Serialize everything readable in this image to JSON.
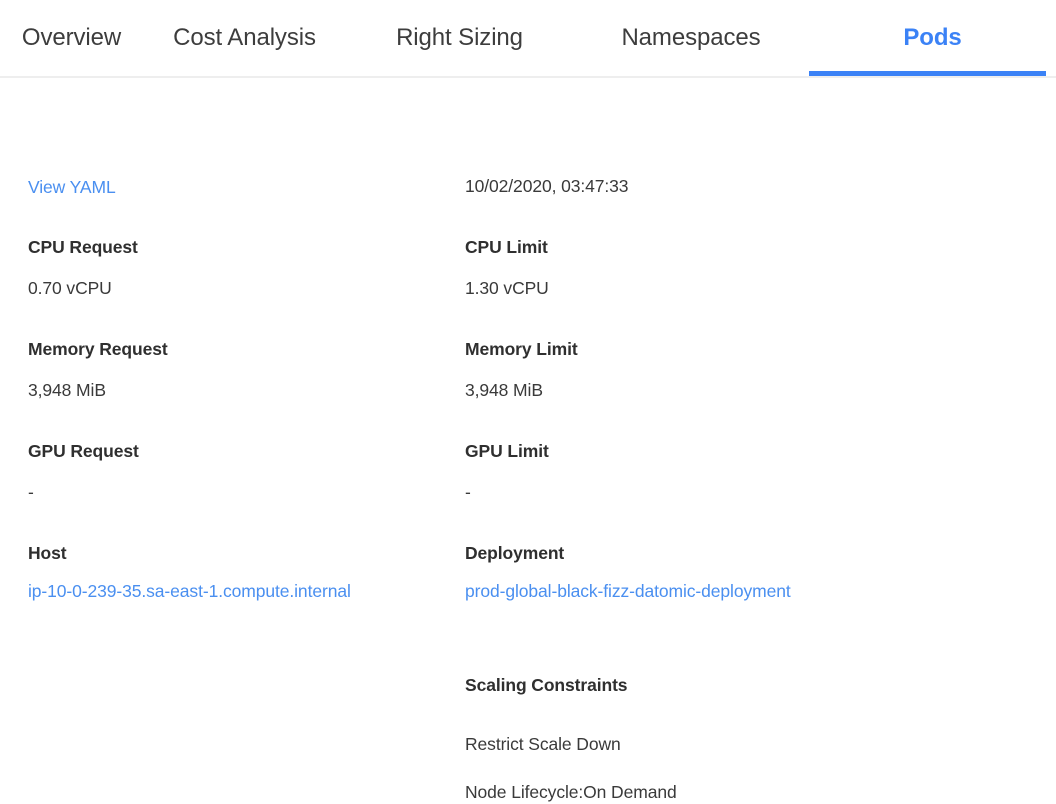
{
  "tabs": [
    {
      "label": "Overview",
      "active": false
    },
    {
      "label": "Cost Analysis",
      "active": false
    },
    {
      "label": "Right Sizing",
      "active": false
    },
    {
      "label": "Namespaces",
      "active": false
    },
    {
      "label": "Pods",
      "active": true
    }
  ],
  "colors": {
    "accent": "#3b82f6",
    "link": "#4a8ff0",
    "label_text": "#2f2f2f",
    "value_text": "#3a3a3a",
    "tab_text": "#3d3d3d",
    "divider": "#eeeeee",
    "background": "#ffffff"
  },
  "details": {
    "left": {
      "view_yaml_link": "View YAML",
      "cpu_request_label": "CPU Request",
      "cpu_request_value": "0.70 vCPU",
      "memory_request_label": "Memory Request",
      "memory_request_value": "3,948 MiB",
      "gpu_request_label": "GPU Request",
      "gpu_request_value": "-",
      "host_label": "Host",
      "host_value": "ip-10-0-239-35.sa-east-1.compute.internal"
    },
    "right": {
      "timestamp": "10/02/2020, 03:47:33",
      "cpu_limit_label": "CPU Limit",
      "cpu_limit_value": "1.30 vCPU",
      "memory_limit_label": "Memory Limit",
      "memory_limit_value": "3,948 MiB",
      "gpu_limit_label": "GPU Limit",
      "gpu_limit_value": "-",
      "deployment_label": "Deployment",
      "deployment_value": "prod-global-black-fizz-datomic-deployment",
      "scaling_constraints_label": "Scaling Constraints",
      "restrict_scale_down": "Restrict Scale Down",
      "node_lifecycle": "Node Lifecycle:On Demand"
    }
  }
}
